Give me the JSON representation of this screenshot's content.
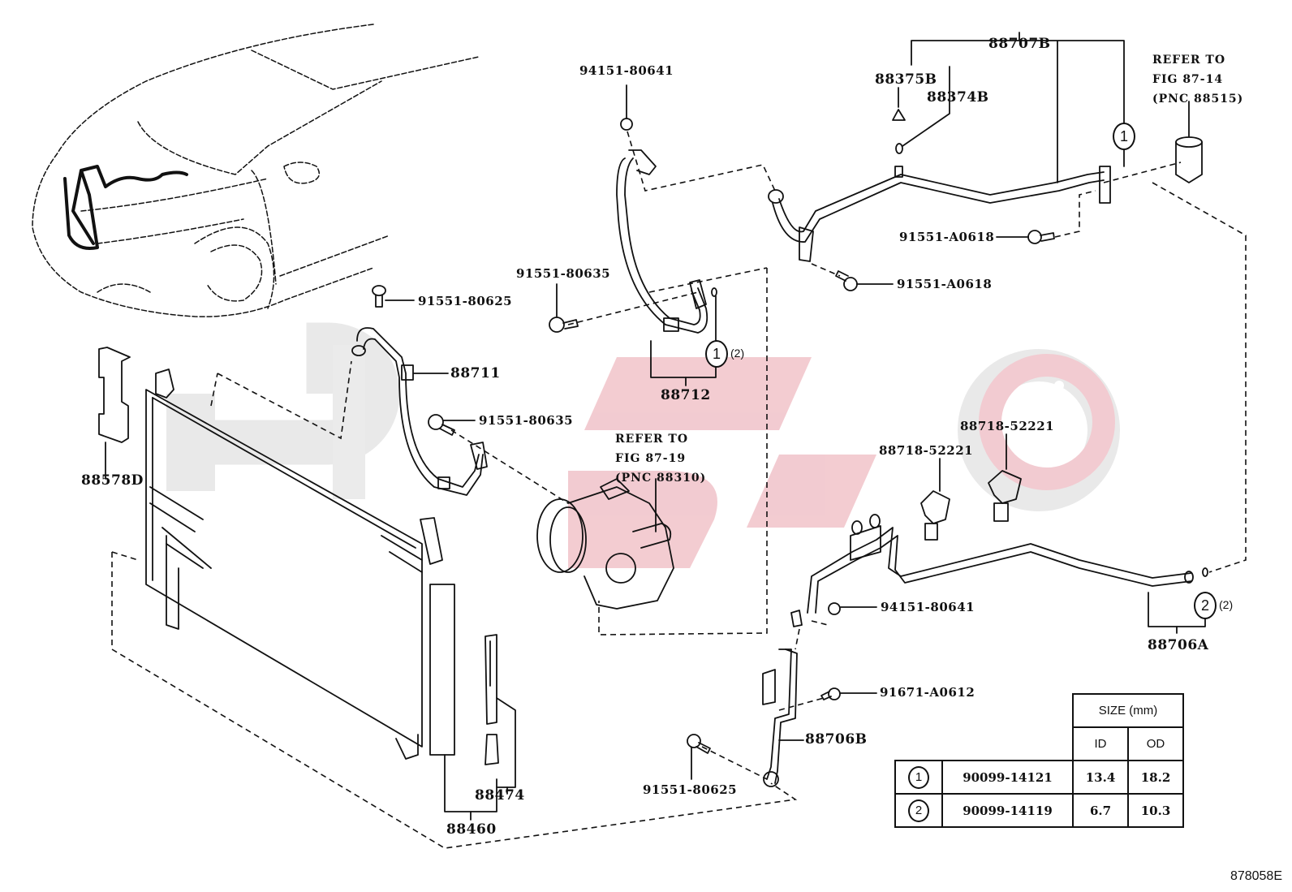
{
  "diagram": {
    "title": "Air conditioner refrigerant piping parts diagram",
    "figure_code": "878058E",
    "watermark_colors": {
      "pink": "#f2c9cf",
      "gray": "#e6e6e6"
    },
    "line_color": "#111111",
    "labels": {
      "p88707B": "88707B",
      "p88375B": "88375B",
      "p88374B": "88374B",
      "p94151_top": "94151-80641",
      "refer_top": [
        "REFER TO",
        "FIG 87-14",
        "(PNC 88515)"
      ],
      "p91551_A0618_a": "91551-A0618",
      "p91551_A0618_b": "91551-A0618",
      "p91551_80635_a": "91551-80635",
      "p91551_80625_a": "91551-80625",
      "p88711": "88711",
      "p88712": "88712",
      "p91551_80635_b": "91551-80635",
      "refer_mid": [
        "REFER TO",
        "FIG 87-19",
        "(PNC 88310)"
      ],
      "p88578D": "88578D",
      "p88718_a": "88718-52221",
      "p88718_b": "88718-52221",
      "p94151_mid": "94151-80641",
      "p88706A": "88706A",
      "p91671": "91671-A0612",
      "p88706B": "88706B",
      "p91551_80625_b": "91551-80625",
      "p88474": "88474",
      "p88460": "88460"
    },
    "callouts": [
      {
        "id": "1",
        "qty": ""
      },
      {
        "id": "1",
        "qty": "(2)"
      },
      {
        "id": "2",
        "qty": "(2)"
      }
    ]
  },
  "size_table": {
    "header": "SIZE (mm)",
    "columns": [
      "ID",
      "OD"
    ],
    "rows": [
      {
        "ref": "1",
        "part": "90099-14121",
        "id": "13.4",
        "od": "18.2"
      },
      {
        "ref": "2",
        "part": "90099-14119",
        "id": "6.7",
        "od": "10.3"
      }
    ]
  }
}
